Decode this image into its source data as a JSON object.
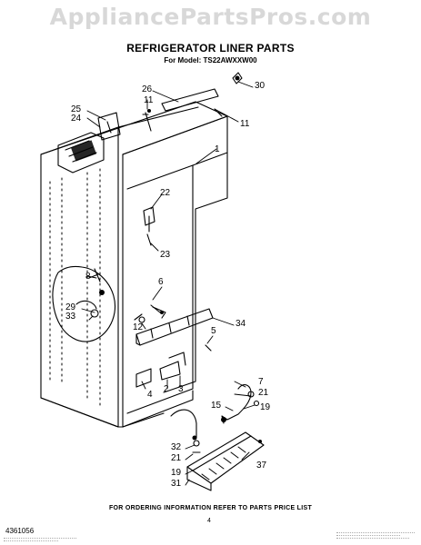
{
  "watermark": "AppliancePartsPros.com",
  "title": "REFRIGERATOR LINER PARTS",
  "subtitle": "For Model: TS22AWXXW00",
  "footer": "FOR ORDERING INFORMATION REFER TO PARTS PRICE LIST",
  "document_number": "4361056",
  "page_number": "4",
  "callouts": {
    "c26": "26",
    "c11a": "11",
    "c30": "30",
    "c11b": "11",
    "c25": "25",
    "c24": "24",
    "c1": "1",
    "c22": "22",
    "c23": "23",
    "c8": "8",
    "c6": "6",
    "c29": "29",
    "c33": "33",
    "c12": "12",
    "c34": "34",
    "c5": "5",
    "c4": "4",
    "c2": "2",
    "c3": "3",
    "c7": "7",
    "c21a": "21",
    "c15": "15",
    "c19a": "19",
    "c32": "32",
    "c21b": "21",
    "c19b": "19",
    "c31": "31",
    "c37": "37"
  }
}
